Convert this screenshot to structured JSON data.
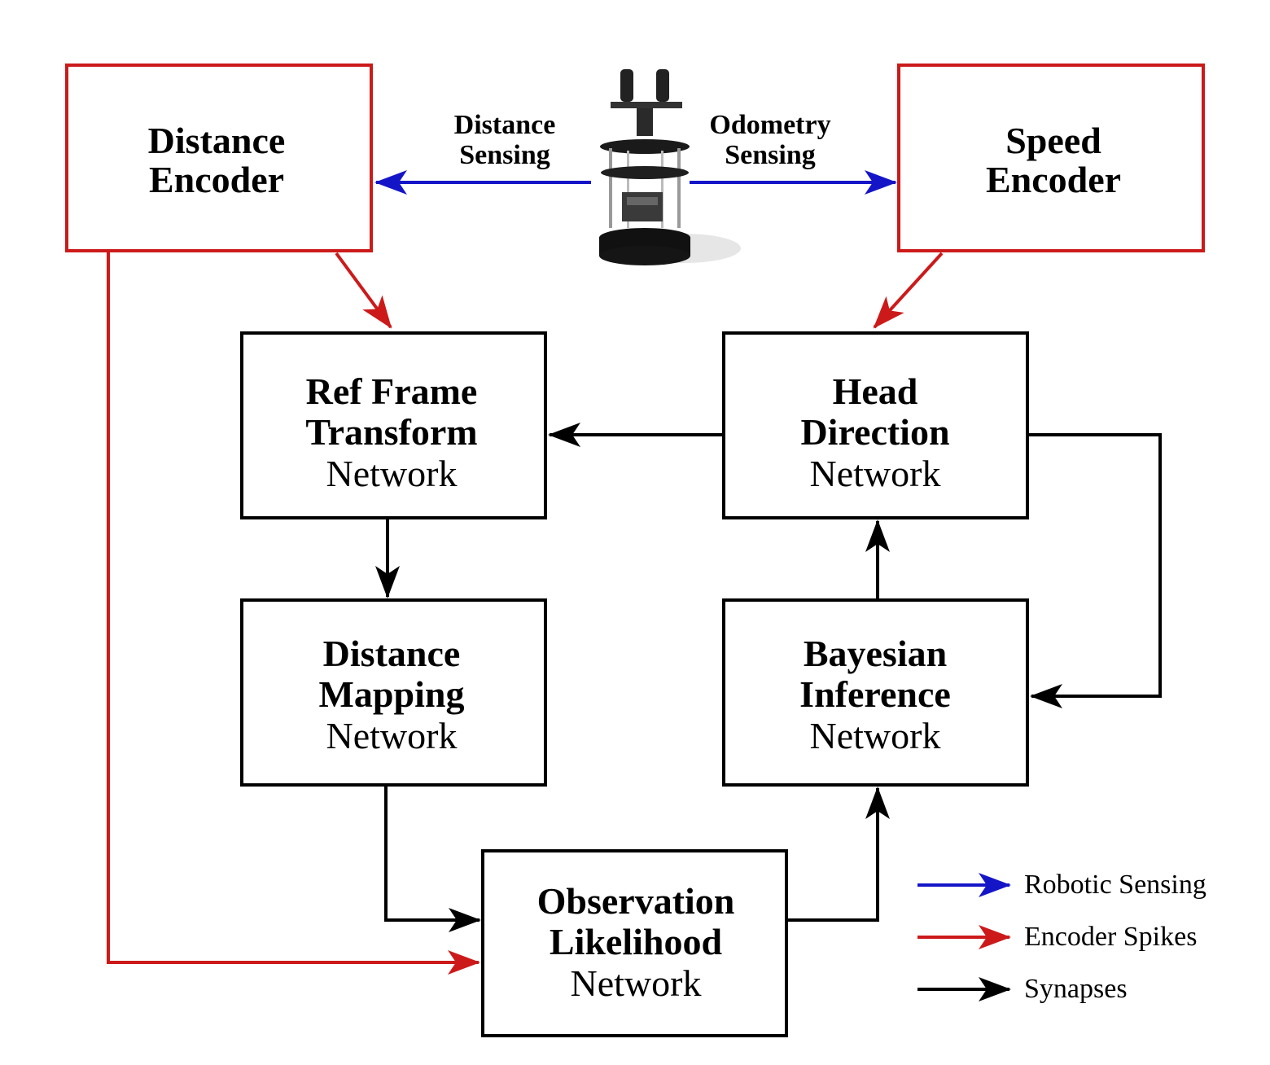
{
  "colors": {
    "robotic_sensing": "#1515c8",
    "encoder_spikes": "#cc1a1a",
    "synapses": "#000000",
    "encoder_box_border": "#cc1a1a",
    "network_box_border": "#000000"
  },
  "boxes": {
    "distance_encoder": {
      "line1": "Distance",
      "line2": "Encoder"
    },
    "speed_encoder": {
      "line1": "Speed",
      "line2": "Encoder"
    },
    "ref_frame": {
      "line1": "Ref Frame",
      "line2": "Transform",
      "line3": "Network"
    },
    "head_direction": {
      "line1": "Head",
      "line2": "Direction",
      "line3": "Network"
    },
    "distance_mapping": {
      "line1": "Distance",
      "line2": "Mapping",
      "line3": "Network"
    },
    "bayesian_inference": {
      "line1": "Bayesian",
      "line2": "Inference",
      "line3": "Network"
    },
    "observation_likelihood": {
      "line1": "Observation",
      "line2": "Likelihood",
      "line3": "Network"
    }
  },
  "sensing_labels": {
    "distance": {
      "line1": "Distance",
      "line2": "Sensing"
    },
    "odometry": {
      "line1": "Odometry",
      "line2": "Sensing"
    }
  },
  "robot": {
    "icon": "robot-icon"
  },
  "legend": [
    {
      "label": "Robotic Sensing",
      "color": "#1515c8"
    },
    {
      "label": "Encoder Spikes",
      "color": "#cc1a1a"
    },
    {
      "label": "Synapses",
      "color": "#000000"
    }
  ]
}
